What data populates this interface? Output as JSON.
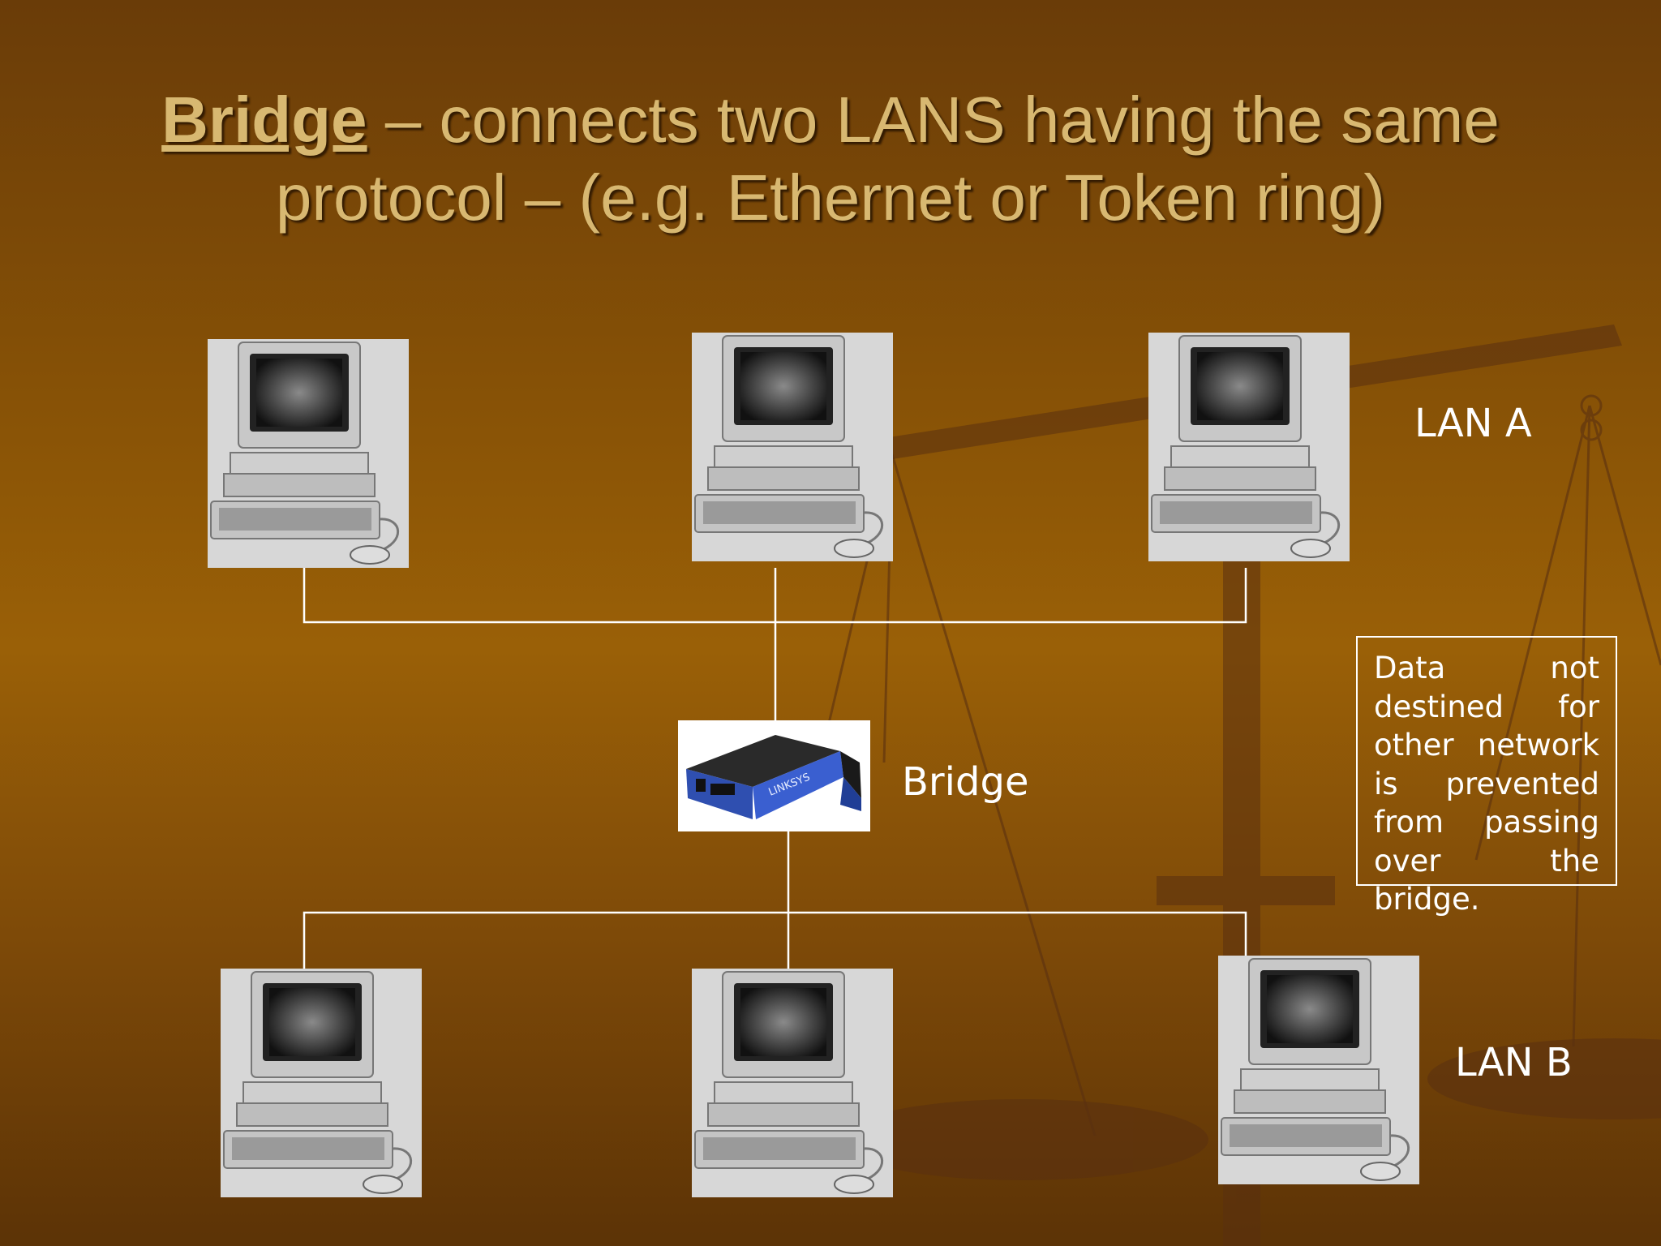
{
  "slide": {
    "title_keyword": "Bridge",
    "title_rest": " – connects two LANS having the same protocol – (e.g. Ethernet or Token ring)",
    "lan_a_label": "LAN A",
    "lan_b_label": "LAN B",
    "bridge_label": "Bridge",
    "note": "Data not destined for other network is prevented from passing over the bridge.",
    "bridge_device_brand": "LINKSYS"
  },
  "icons": {
    "computer": "computer-icon",
    "bridge": "bridge-device-icon",
    "background": "scales-of-justice-icon"
  },
  "colors": {
    "background": "#8a5406",
    "title": "#d8b871",
    "text": "#ffffff",
    "wire": "#ffffff",
    "device_blue": "#2f4fb0"
  }
}
